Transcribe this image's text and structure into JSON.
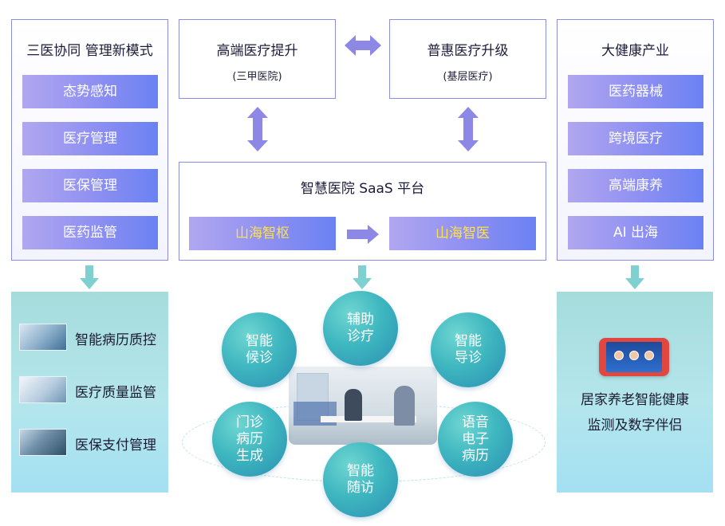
{
  "left_panel": {
    "title": "三医协同 管理新模式",
    "items": [
      "态势感知",
      "医疗管理",
      "医保管理",
      "医药监管"
    ]
  },
  "top_left_box": {
    "title": "高端医疗提升",
    "subtitle": "(三甲医院)"
  },
  "top_right_box": {
    "title": "普惠医疗升级",
    "subtitle": "(基层医疗)"
  },
  "platform": {
    "title": "智慧医院 SaaS 平台",
    "left_chip": "山海智枢",
    "right_chip": "山海智医"
  },
  "right_panel": {
    "title": "大健康产业",
    "items": [
      "医药器械",
      "跨境医疗",
      "高端康养",
      "AI 出海"
    ]
  },
  "left_features": [
    "智能病历质控",
    "医疗质量监管",
    "医保支付管理"
  ],
  "circles": {
    "top": "辅助\n诊疗",
    "upper_left": "智能\n候诊",
    "upper_right": "智能\n导诊",
    "lower_left": "门诊\n病历\n生成",
    "lower_right": "语音\n电子\n病历",
    "bottom": "智能\n随访"
  },
  "right_feature": {
    "line1": "居家养老智能健康",
    "line2": "监测及数字伴侣"
  },
  "colors": {
    "border": "#8a8fe0",
    "chip_gradient_start": "#b1a7f0",
    "chip_gradient_end": "#6a82f3",
    "gold_text": "#ffe24a",
    "teal": "#3fb7c0",
    "arrow_purple": "#8d88e6",
    "arrow_teal": "#7fd0d0"
  }
}
